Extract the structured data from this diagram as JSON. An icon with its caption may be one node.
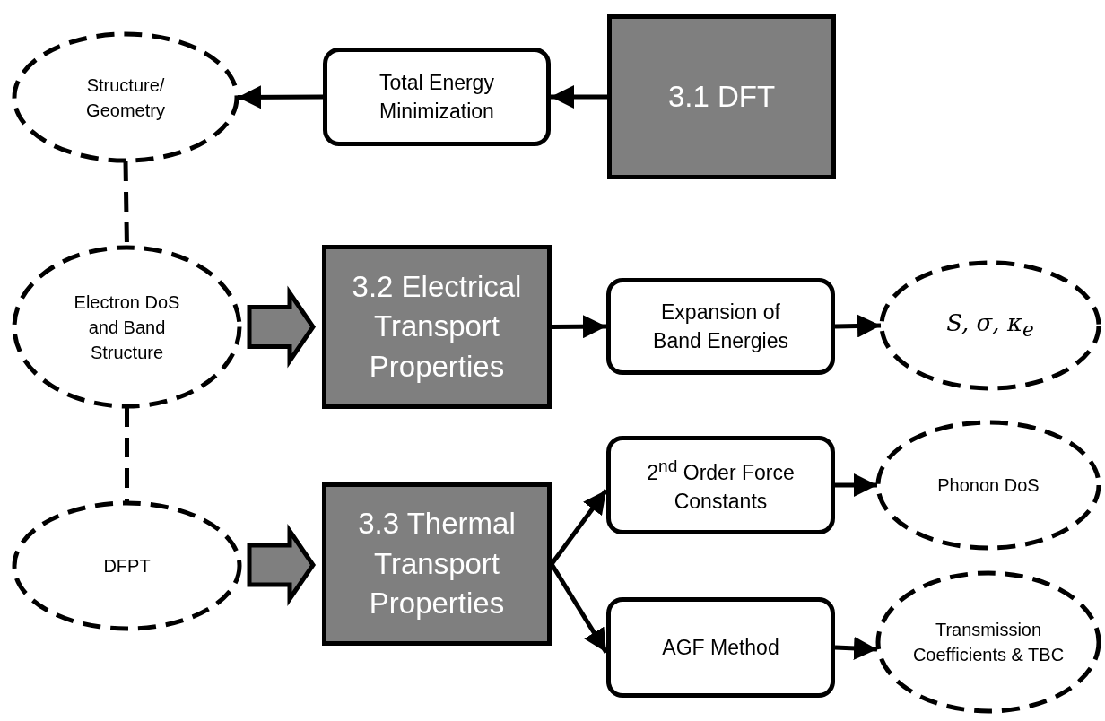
{
  "diagram": {
    "nodes": [
      {
        "text": [
          "Structure/ Geometry"
        ]
      },
      {
        "text": [
          "Total Energy Minimization"
        ]
      },
      {
        "text": [
          "3.1 DFT"
        ]
      },
      {
        "text": [
          "Electron DoS and Band Structure"
        ]
      },
      {
        "text": [
          "3.2 Electrical Transport Properties"
        ]
      },
      {
        "text": [
          "Expansion of Band Energies"
        ]
      },
      {
        "text": [
          "S, σ, κ$_{e}$"
        ]
      },
      {
        "text": [
          "DFPT"
        ]
      },
      {
        "text": [
          "3.3 Thermal Transport Properties"
        ]
      },
      {
        "text": [
          "2$^{nd}$ Order Force Constants"
        ]
      },
      {
        "text": [
          "Phonon DoS"
        ]
      },
      {
        "text": [
          "AGF Method"
        ]
      },
      {
        "text": [
          "Transmission Coefficients & TBC"
        ]
      }
    ],
    "edges": [
      {
        "from": 2,
        "to": 1,
        "arrow": "to"
      },
      {
        "from": 1,
        "to": 0,
        "arrow": "to"
      },
      {
        "from": 0,
        "to": 3,
        "arrow": "none",
        "style": "dashed"
      },
      {
        "from": 3,
        "to": 7,
        "arrow": "none",
        "style": "dashed"
      },
      {
        "from": 3,
        "to": 4,
        "arrow": "to",
        "style": "thick",
        "color": "#7f7f7f"
      },
      {
        "from": 7,
        "to": 8,
        "arrow": "to",
        "style": "thick",
        "color": "#7f7f7f"
      },
      {
        "from": 4,
        "to": 5,
        "arrow": "to"
      },
      {
        "from": 5,
        "to": 6,
        "arrow": "to"
      },
      {
        "from": 8,
        "to": 9,
        "arrow": "to"
      },
      {
        "from": 8,
        "to": 11,
        "arrow": "to"
      },
      {
        "from": 9,
        "to": 10,
        "arrow": "to"
      },
      {
        "from": 11,
        "to": 12,
        "arrow": "to"
      }
    ]
  }
}
